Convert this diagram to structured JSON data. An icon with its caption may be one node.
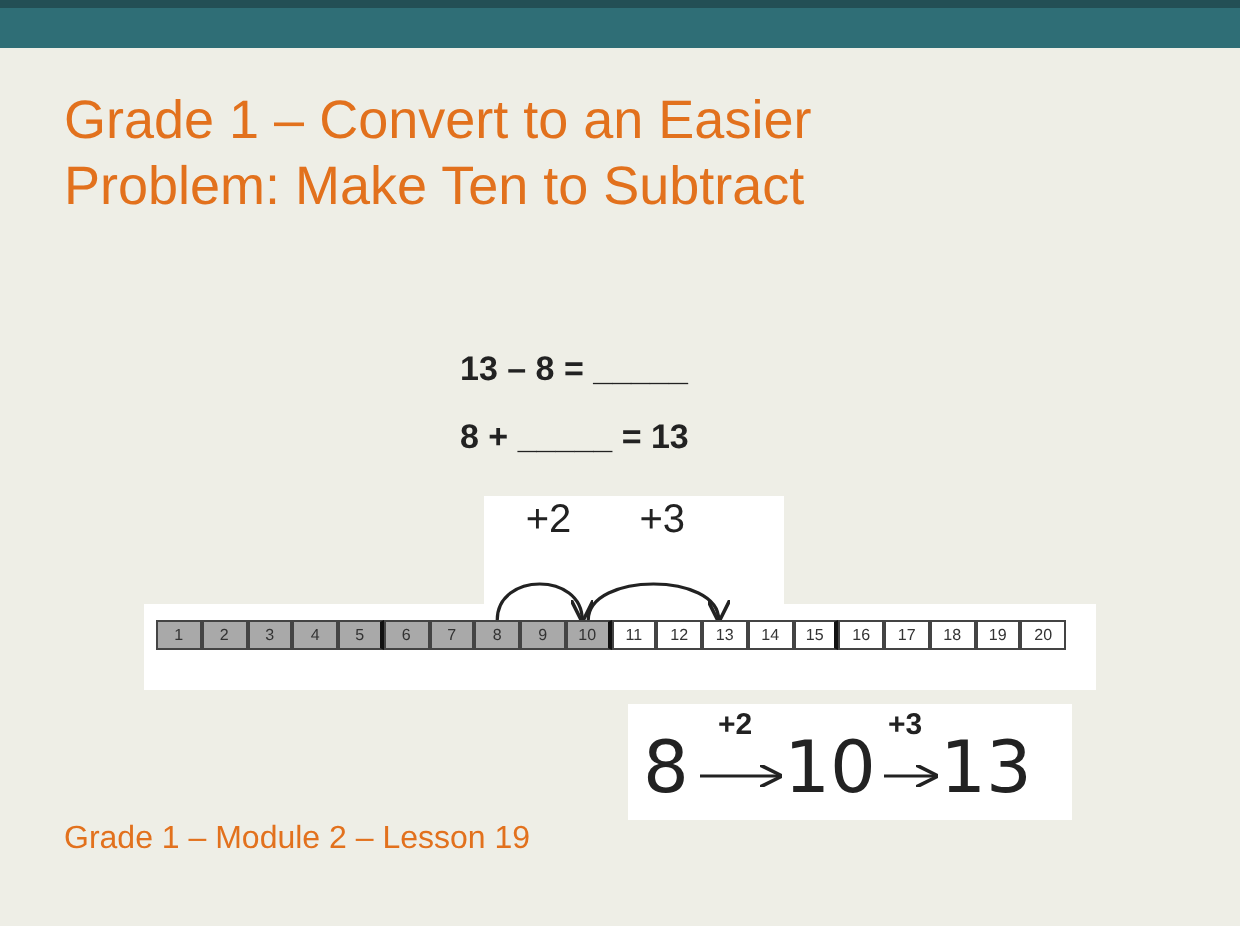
{
  "diagram": {
    "title": "Grade 1 – Convert to an Easier Problem: Make Ten to Subtract",
    "caption": "Grade 1 – Module 2 – Lesson 19",
    "nodes": [
      {
        "text": [
          "1"
        ]
      },
      {
        "text": [
          "2"
        ]
      },
      {
        "text": [
          "3"
        ]
      },
      {
        "text": [
          "4"
        ]
      },
      {
        "text": [
          "5"
        ]
      },
      {
        "text": [
          "6"
        ]
      },
      {
        "text": [
          "7"
        ]
      },
      {
        "text": [
          "8"
        ]
      },
      {
        "text": [
          "9"
        ]
      },
      {
        "text": [
          "10"
        ]
      },
      {
        "text": [
          "11"
        ]
      },
      {
        "text": [
          "12"
        ]
      },
      {
        "text": [
          "13"
        ]
      },
      {
        "text": [
          "14"
        ]
      },
      {
        "text": [
          "15"
        ]
      },
      {
        "text": [
          "16"
        ]
      },
      {
        "text": [
          "17"
        ]
      },
      {
        "text": [
          "18"
        ]
      },
      {
        "text": [
          "19"
        ]
      },
      {
        "text": [
          "20"
        ]
      },
      {
        "text": [
          "8"
        ]
      },
      {
        "text": [
          "10"
        ]
      },
      {
        "text": [
          "13"
        ]
      }
    ],
    "edges": [
      {
        "from": 7,
        "to": 9,
        "arrow": "to",
        "label": "+2"
      },
      {
        "from": 9,
        "to": 12,
        "arrow": "to",
        "label": "+3"
      },
      {
        "from": 20,
        "to": 21,
        "arrow": "to",
        "label": "+2"
      },
      {
        "from": 21,
        "to": 22,
        "arrow": "to",
        "label": "+3"
      }
    ],
    "labels": [
      "13 – 8 = _____",
      "8 + _____ = 13"
    ]
  }
}
